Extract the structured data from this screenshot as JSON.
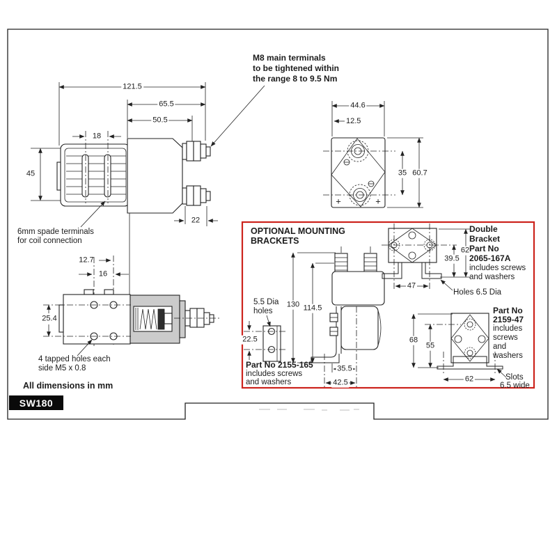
{
  "colors": {
    "ink": "#1c1c1c",
    "panel_red": "#cc231c",
    "badge_bg": "#0a0a0a",
    "badge_text": "#ffffff"
  },
  "badge": {
    "label": "SW180"
  },
  "notes": {
    "all_dims": "All dimensions in mm",
    "m8": [
      "M8 main terminals",
      "to be tightened within",
      "the range 8 to 9.5 Nm"
    ],
    "spade": [
      "6mm spade terminals",
      "for coil connection"
    ],
    "tapped": [
      "4 tapped holes each",
      "side M5 x 0.8"
    ]
  },
  "side_view": {
    "dim_overall": "121.5",
    "dim_body": "65.5",
    "dim_inner": "50.5",
    "dim_spade_pitch": "18",
    "dim_height": "45",
    "dim_stud": "22"
  },
  "end_view": {
    "dim_width": "44.6",
    "dim_offset": "12.5",
    "dim_pitch": "35",
    "dim_height": "60.7",
    "plus": "+"
  },
  "bottom_view": {
    "dim_offset": "12.7",
    "dim_pitch": "16",
    "dim_rows": "25.4"
  },
  "panel": {
    "title": [
      "OPTIONAL MOUNTING",
      "BRACKETS"
    ],
    "bracket_2155": {
      "hole_note": [
        "5.5 Dia",
        "holes"
      ],
      "dim_holes": "22.5",
      "part": "Part No 2155-165",
      "includes": [
        "includes screws",
        "and washers"
      ],
      "dim_h1": "130",
      "dim_h2": "114.5",
      "dim_w1": "35.5",
      "dim_w2": "42.5"
    },
    "bracket_2065": {
      "name": [
        "Double",
        "Bracket",
        "Part No",
        "2065-167A"
      ],
      "includes": [
        "includes screws",
        "and washers"
      ],
      "dim_h1": "62",
      "dim_h2": "39.5",
      "dim_w": "47",
      "holes_note": "Holes 6.5 Dia"
    },
    "bracket_2159": {
      "name": [
        "Part No",
        "2159-47"
      ],
      "includes": [
        "includes",
        "screws",
        "and",
        "washers"
      ],
      "dim_h1": "68",
      "dim_h2": "55",
      "dim_w": "62",
      "slots_note": [
        "Slots",
        "6.5 wide"
      ]
    }
  }
}
